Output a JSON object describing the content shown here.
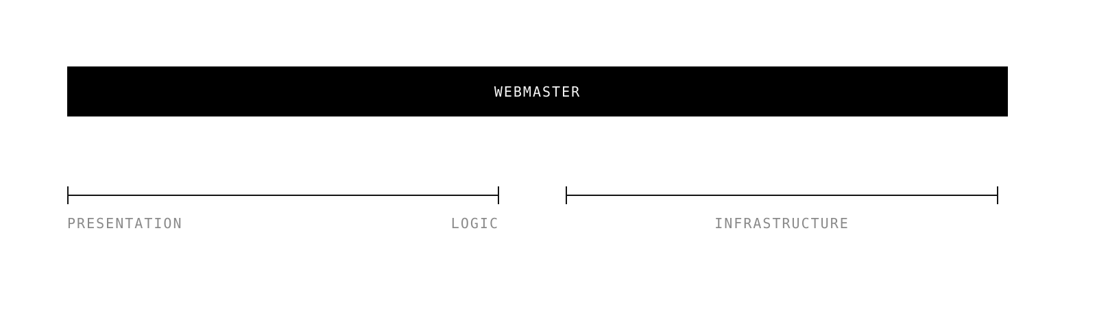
{
  "header": {
    "title": "WEBMASTER"
  },
  "ranges": {
    "left": {
      "label_start": "PRESENTATION",
      "label_end": "LOGIC"
    },
    "right": {
      "label_center": "INFRASTRUCTURE"
    }
  },
  "colors": {
    "bar_background": "#000000",
    "bar_text": "#f5f5f5",
    "range_line": "#141414",
    "label_text": "#8a8a8a",
    "page_background": "#ffffff"
  }
}
